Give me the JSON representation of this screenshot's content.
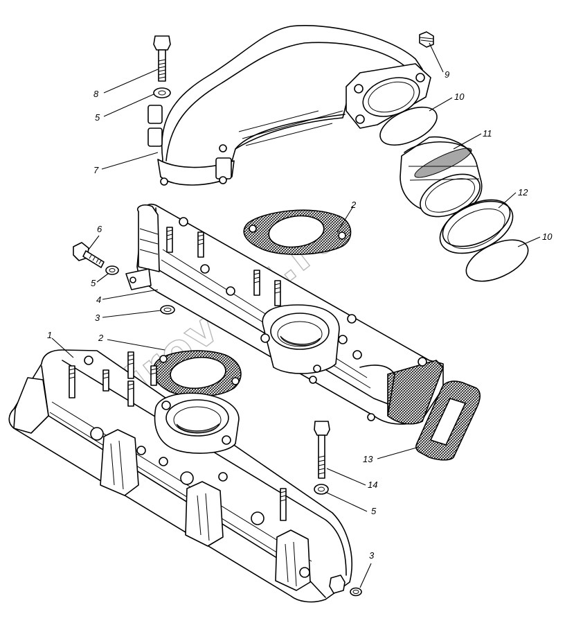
{
  "watermark": "kirovetz.ru",
  "parts": [
    {
      "id": "label-1",
      "text": "1"
    },
    {
      "id": "label-2a",
      "text": "2"
    },
    {
      "id": "label-2b",
      "text": "2"
    },
    {
      "id": "label-3a",
      "text": "3"
    },
    {
      "id": "label-3b",
      "text": "3"
    },
    {
      "id": "label-4",
      "text": "4"
    },
    {
      "id": "label-5a",
      "text": "5"
    },
    {
      "id": "label-5b",
      "text": "5"
    },
    {
      "id": "label-5c",
      "text": "5"
    },
    {
      "id": "label-6",
      "text": "6"
    },
    {
      "id": "label-7",
      "text": "7"
    },
    {
      "id": "label-8",
      "text": "8"
    },
    {
      "id": "label-9",
      "text": "9"
    },
    {
      "id": "label-10a",
      "text": "10"
    },
    {
      "id": "label-10b",
      "text": "10"
    },
    {
      "id": "label-11",
      "text": "11"
    },
    {
      "id": "label-12",
      "text": "12"
    },
    {
      "id": "label-13",
      "text": "13"
    },
    {
      "id": "label-14",
      "text": "14"
    }
  ]
}
